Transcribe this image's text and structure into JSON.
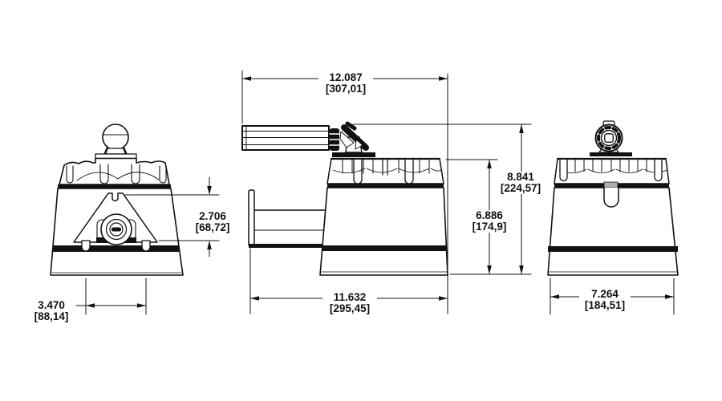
{
  "colors": {
    "ink": "#111111",
    "paper": "#ffffff"
  },
  "dimensions": {
    "overall_length": {
      "inches": "12.087",
      "millimeters": "[307,01]"
    },
    "overall_height": {
      "inches": "8.841",
      "millimeters": "[224,57]"
    },
    "cabinet_height": {
      "inches": "6.886",
      "millimeters": "[174,9]"
    },
    "mounting_depth": {
      "inches": "11.632",
      "millimeters": "[295,45]"
    },
    "bracket_offset": {
      "inches": "2.706",
      "millimeters": "[68,72]"
    },
    "hole_spacing": {
      "inches": "3.470",
      "millimeters": "[88,14]"
    },
    "overall_width": {
      "inches": "7.264",
      "millimeters": "[184,51]"
    }
  }
}
